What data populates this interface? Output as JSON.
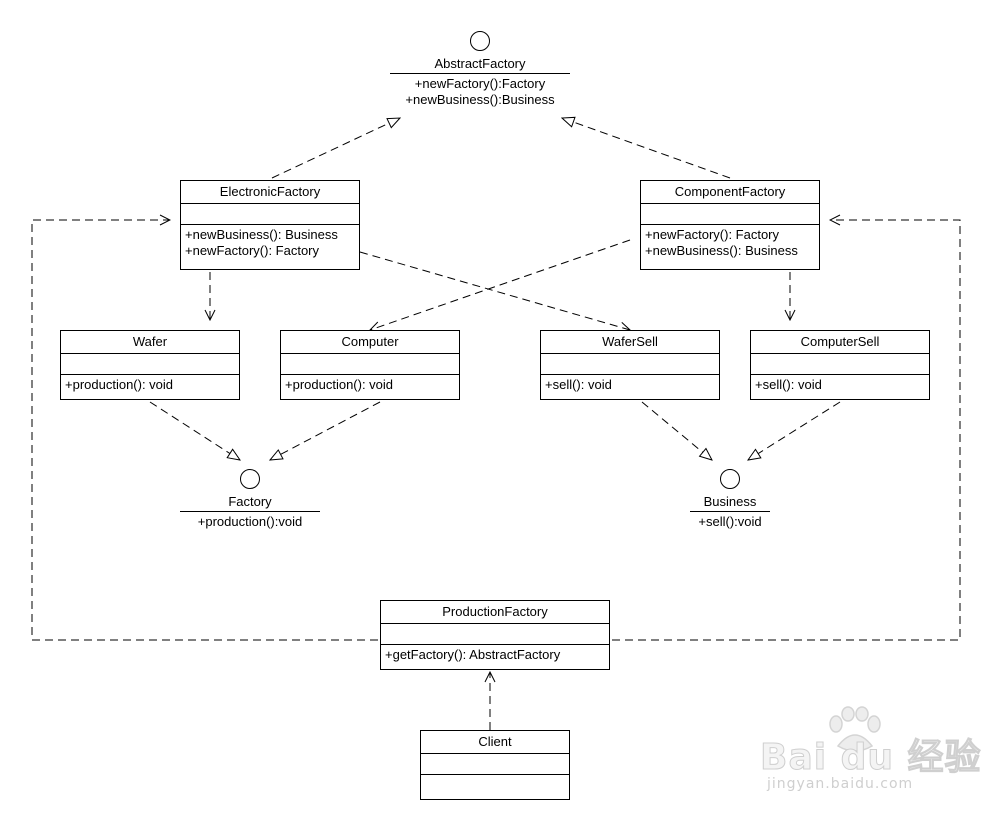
{
  "interfaces": {
    "abstract_factory": {
      "name": "AbstractFactory",
      "ops": [
        "+newFactory():Factory",
        "+newBusiness():Business"
      ]
    },
    "factory": {
      "name": "Factory",
      "ops": [
        "+production():void"
      ]
    },
    "business": {
      "name": "Business",
      "ops": [
        "+sell():void"
      ]
    }
  },
  "classes": {
    "electronic_factory": {
      "name": "ElectronicFactory",
      "ops": [
        "+newBusiness(): Business",
        "+newFactory(): Factory"
      ]
    },
    "component_factory": {
      "name": "ComponentFactory",
      "ops": [
        "+newFactory(): Factory",
        "+newBusiness(): Business"
      ]
    },
    "wafer": {
      "name": "Wafer",
      "ops": [
        "+production(): void"
      ]
    },
    "computer": {
      "name": "Computer",
      "ops": [
        "+production(): void"
      ]
    },
    "wafer_sell": {
      "name": "WaferSell",
      "ops": [
        "+sell(): void"
      ]
    },
    "computer_sell": {
      "name": "ComputerSell",
      "ops": [
        "+sell(): void"
      ]
    },
    "production_factory": {
      "name": "ProductionFactory",
      "ops": [
        "+getFactory(): AbstractFactory"
      ]
    },
    "client": {
      "name": "Client"
    }
  },
  "watermark": {
    "logo": "Bai du 经验",
    "url": "jingyan.baidu.com"
  }
}
